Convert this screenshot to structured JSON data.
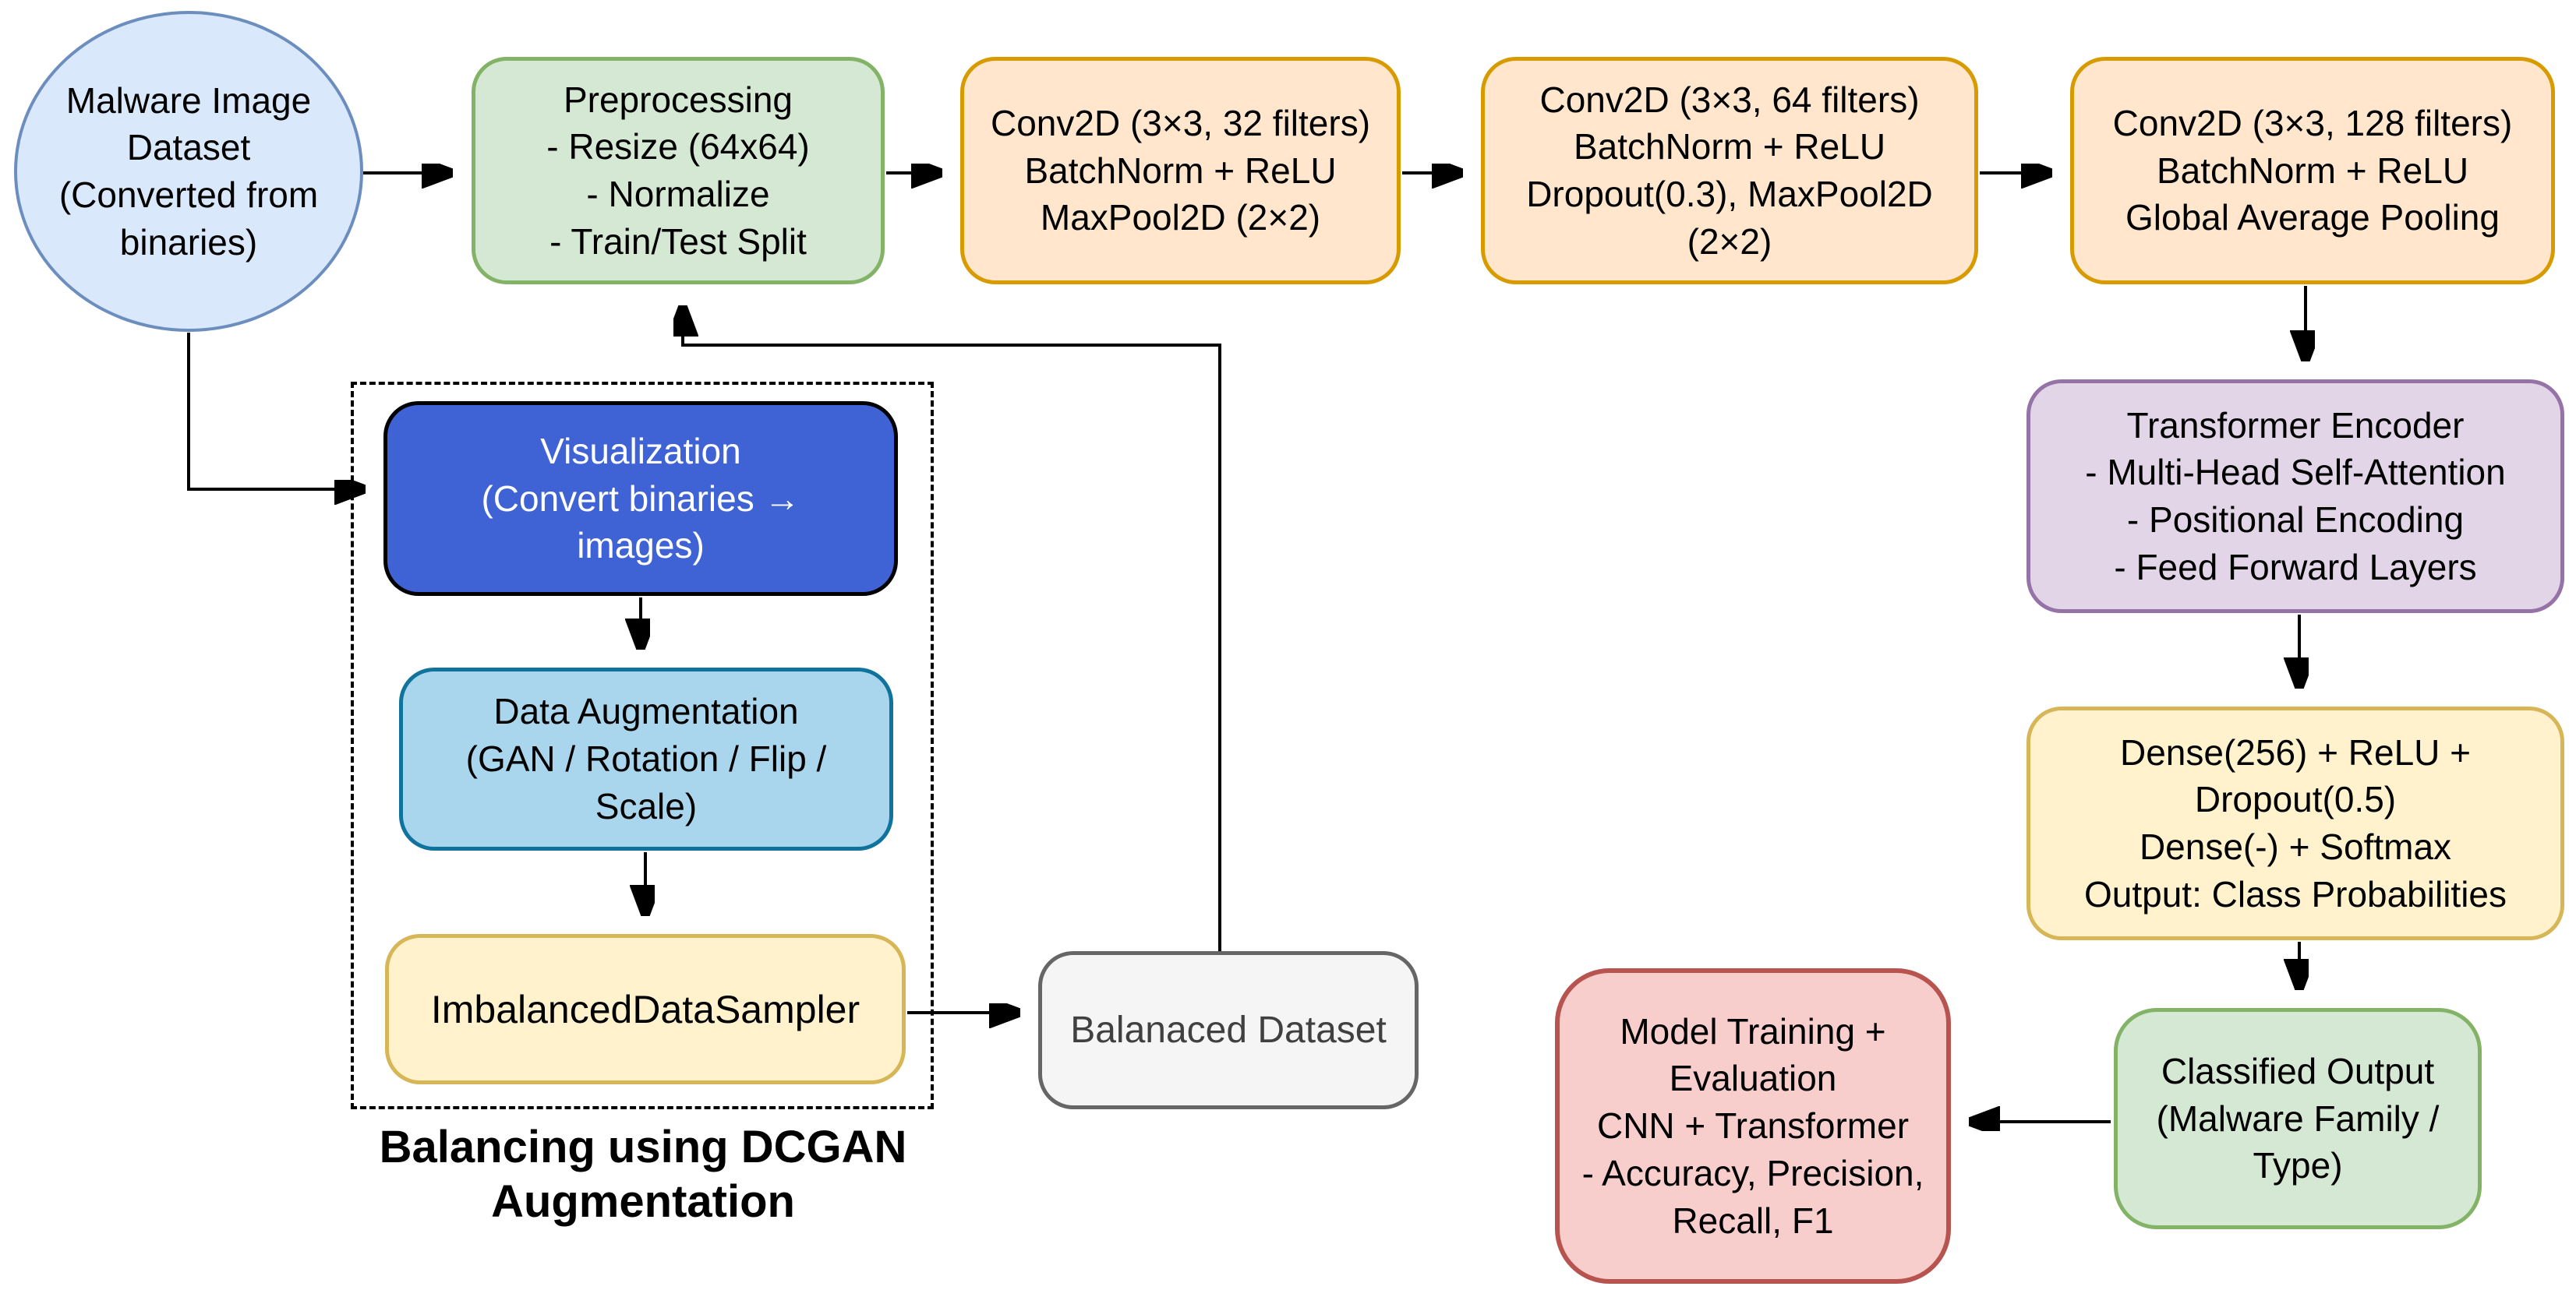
{
  "palette": {
    "ellipse_fill": "#dae8fc",
    "ellipse_stroke": "#6c8ebf",
    "green_fill": "#d5e8d4",
    "green_stroke": "#82b366",
    "orange_fill": "#ffe6cc",
    "orange_stroke": "#d79b00",
    "purple_fill": "#e1d5e7",
    "purple_stroke": "#9673a6",
    "yellow_fill": "#fff2cc",
    "yellow_stroke": "#d6b656",
    "red_fill": "#f8cecc",
    "red_stroke": "#b85450",
    "blue_fill": "#3f63d4",
    "blue_stroke": "#000000",
    "lightblue_fill": "#a9d6ec",
    "lightblue_stroke": "#10739e",
    "gray_fill": "#f5f5f5",
    "gray_stroke": "#666666",
    "edge_color": "#000000"
  },
  "nodes": {
    "dataset": {
      "label": "Malware Image\nDataset\n(Converted from\nbinaries)"
    },
    "preprocessing": {
      "label": "Preprocessing\n- Resize (64x64)\n- Normalize\n- Train/Test Split"
    },
    "conv1": {
      "label": "Conv2D (3×3, 32 filters)\nBatchNorm + ReLU\nMaxPool2D (2×2)"
    },
    "conv2": {
      "label": "Conv2D (3×3, 64 filters)\nBatchNorm + ReLU\nDropout(0.3), MaxPool2D\n(2×2)"
    },
    "conv3": {
      "label": "Conv2D (3×3, 128 filters)\nBatchNorm + ReLU\nGlobal Average Pooling"
    },
    "transformer": {
      "label": "Transformer Encoder\n- Multi-Head Self-Attention\n- Positional Encoding\n- Feed Forward Layers"
    },
    "dense": {
      "label": "Dense(256) + ReLU +\nDropout(0.5)\nDense(-) + Softmax\nOutput: Class Probabilities"
    },
    "classified": {
      "label": "Classified Output\n(Malware Family /\nType)"
    },
    "model_training": {
      "label": "Model Training +\nEvaluation\nCNN + Transformer\n- Accuracy, Precision,\nRecall, F1"
    },
    "visualization": {
      "label": "Visualization\n(Convert binaries →\nimages)"
    },
    "data_augmentation": {
      "label": "Data Augmentation\n(GAN / Rotation / Flip /\nScale)"
    },
    "sampler": {
      "label": "ImbalancedDataSampler"
    },
    "balanced": {
      "label": "Balanaced Dataset"
    }
  },
  "caption": {
    "label": "Balancing using DCGAN\nAugmentation"
  },
  "edges": [
    {
      "from": "dataset",
      "to": "preprocessing"
    },
    {
      "from": "preprocessing",
      "to": "conv1"
    },
    {
      "from": "conv1",
      "to": "conv2"
    },
    {
      "from": "conv2",
      "to": "conv3"
    },
    {
      "from": "conv3",
      "to": "transformer"
    },
    {
      "from": "transformer",
      "to": "dense"
    },
    {
      "from": "dense",
      "to": "classified"
    },
    {
      "from": "classified",
      "to": "model_training"
    },
    {
      "from": "dataset",
      "to": "visualization"
    },
    {
      "from": "visualization",
      "to": "data_augmentation"
    },
    {
      "from": "data_augmentation",
      "to": "sampler"
    },
    {
      "from": "sampler",
      "to": "balanced"
    },
    {
      "from": "balanced",
      "to": "preprocessing"
    }
  ]
}
